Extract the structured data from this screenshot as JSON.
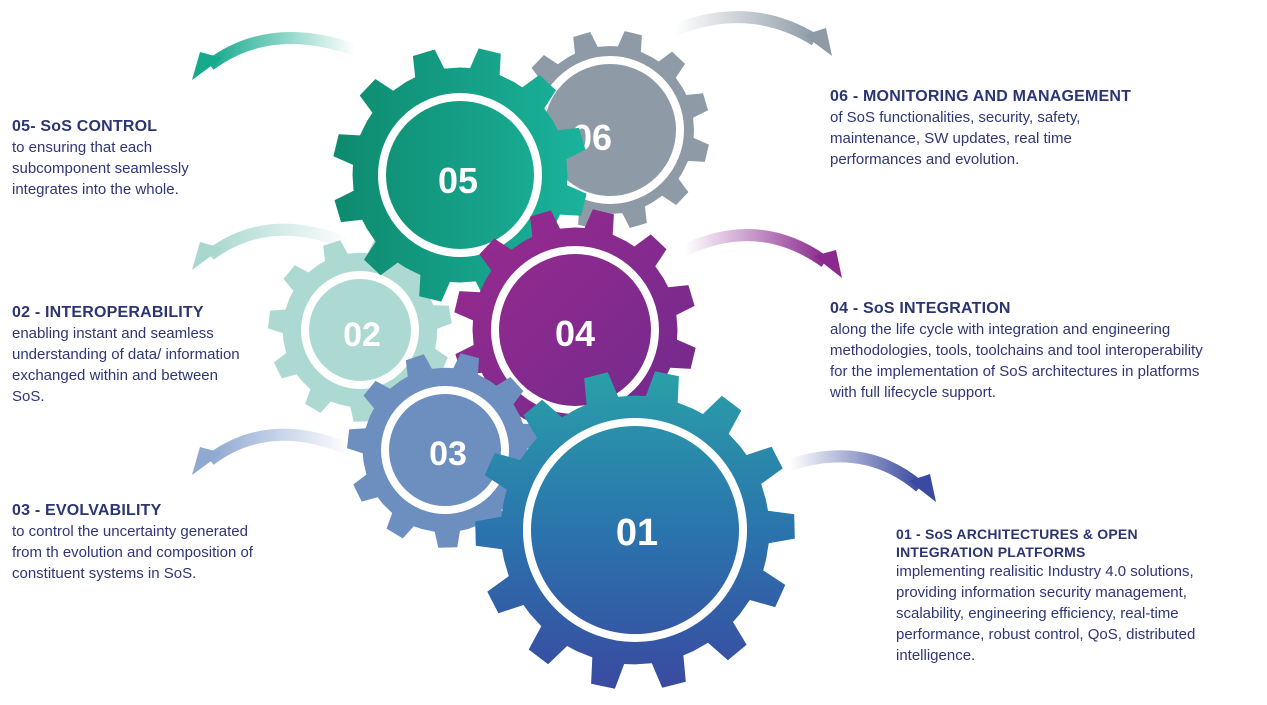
{
  "sections": [
    {
      "id": "05",
      "title": "05- SoS CONTROL",
      "body": "to ensuring that each subcomponent seamlessly integrates into the whole."
    },
    {
      "id": "02",
      "title": "02 - INTEROPERABILITY",
      "body": "enabling instant and seamless understanding of data/ information exchanged within and between SoS."
    },
    {
      "id": "03",
      "title": "03 - EVOLVABILITY",
      "body": "to control the uncertainty generated from th evolution and composition of constituent systems in SoS."
    },
    {
      "id": "06",
      "title": "06 - MONITORING AND MANAGEMENT",
      "body": "of SoS functionalities, security, safety, maintenance, SW updates, real time performances and  evolution."
    },
    {
      "id": "04",
      "title": "04 - SoS INTEGRATION",
      "body": "along the life cycle with integration and engineering methodologies, tools, toolchains and tool interoperability for the implementation of SoS architectures in platforms with full lifecycle support."
    },
    {
      "id": "01",
      "title": "01 - SoS ARCHITECTURES & OPEN INTEGRATION PLATFORMS",
      "body": "implementing realisitic Industry 4.0 solutions, providing information security management, scalability, engineering efficiency, real-time performance, robust control,  QoS, distributed intelligence."
    }
  ],
  "gears": [
    {
      "label": "06",
      "color": "#8e9ba7"
    },
    {
      "label": "02",
      "color": "#a8d7cf"
    },
    {
      "label": "05",
      "color": "#0f9b86"
    },
    {
      "label": "04",
      "color": "#8a2a8e"
    },
    {
      "label": "03",
      "color": "#6d8fc0"
    },
    {
      "label": "01",
      "color": "#2b6aa8"
    }
  ],
  "colors": {
    "text": "#2f3677"
  }
}
